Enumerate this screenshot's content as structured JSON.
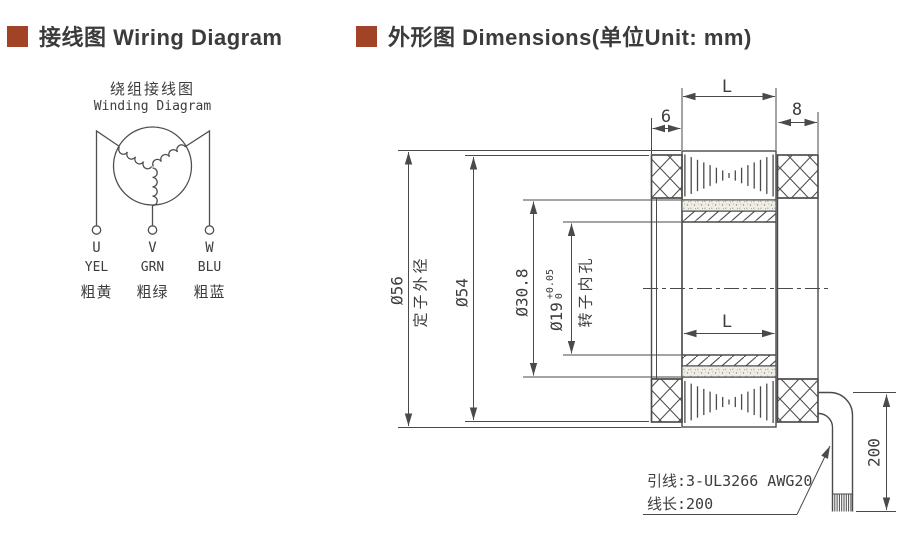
{
  "accent_color": "#a04327",
  "line_color": "#4a4a4a",
  "headers": {
    "wiring": "接线图 Wiring Diagram",
    "dimensions": "外形图 Dimensions(单位Unit: mm)"
  },
  "winding": {
    "title_zh": "绕组接线图",
    "title_en": "Winding Diagram",
    "terminals": [
      {
        "id": "U",
        "code": "YEL",
        "zh": "粗黄"
      },
      {
        "id": "V",
        "code": "GRN",
        "zh": "粗绿"
      },
      {
        "id": "W",
        "code": "BLU",
        "zh": "粗蓝"
      }
    ]
  },
  "dims": {
    "stator_od": "Ø56",
    "stator_od_zh": "定子外径",
    "outer_54": "Ø54",
    "bore_308": "Ø30.8",
    "rotor_bore": "Ø19",
    "rotor_bore_tol_up": "+0.05",
    "rotor_bore_tol_dn": "0",
    "rotor_bore_zh": "转子内孔",
    "stack_length": "L",
    "end_left": "6",
    "end_right": "8",
    "wire_len": "200"
  },
  "notes": {
    "line1": "引线:3-UL3266 AWG20",
    "line2": "线长:200"
  }
}
